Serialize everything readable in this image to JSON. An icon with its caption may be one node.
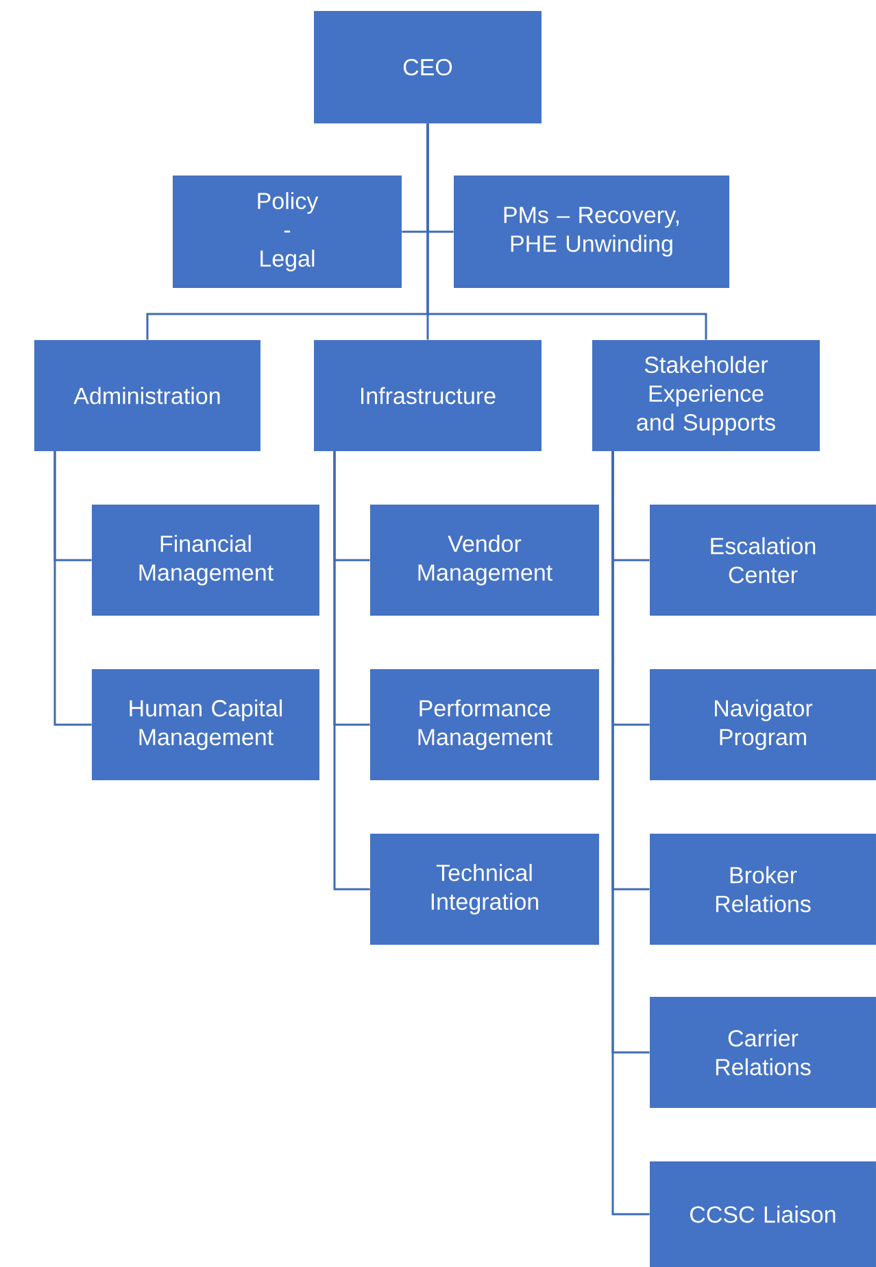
{
  "diagram": {
    "nodes": [
      {
        "text": [
          "CEO"
        ]
      },
      {
        "text": [
          "Policy - Legal"
        ]
      },
      {
        "text": [
          "PMs – Recovery, PHE Unwinding"
        ]
      },
      {
        "text": [
          "Administration"
        ]
      },
      {
        "text": [
          "Infrastructure"
        ]
      },
      {
        "text": [
          "Stakeholder Experience and Supports"
        ]
      },
      {
        "text": [
          "Financial Management"
        ]
      },
      {
        "text": [
          "Human Capital Management"
        ]
      },
      {
        "text": [
          "Vendor Management"
        ]
      },
      {
        "text": [
          "Performance Management"
        ]
      },
      {
        "text": [
          "Technical Integration"
        ]
      },
      {
        "text": [
          "Escalation Center"
        ]
      },
      {
        "text": [
          "Navigator Program"
        ]
      },
      {
        "text": [
          "Broker Relations"
        ]
      },
      {
        "text": [
          "Carrier Relations"
        ]
      },
      {
        "text": [
          "CCSC Liaison"
        ]
      }
    ],
    "edges": [
      {
        "from": 0,
        "to": 1,
        "arrow": "none"
      },
      {
        "from": 0,
        "to": 2,
        "arrow": "none"
      },
      {
        "from": 0,
        "to": 3,
        "arrow": "none"
      },
      {
        "from": 0,
        "to": 4,
        "arrow": "none"
      },
      {
        "from": 0,
        "to": 5,
        "arrow": "none"
      },
      {
        "from": 3,
        "to": 6,
        "arrow": "none"
      },
      {
        "from": 3,
        "to": 7,
        "arrow": "none"
      },
      {
        "from": 4,
        "to": 8,
        "arrow": "none"
      },
      {
        "from": 4,
        "to": 9,
        "arrow": "none"
      },
      {
        "from": 4,
        "to": 10,
        "arrow": "none"
      },
      {
        "from": 5,
        "to": 11,
        "arrow": "none"
      },
      {
        "from": 5,
        "to": 12,
        "arrow": "none"
      },
      {
        "from": 5,
        "to": 13,
        "arrow": "none"
      },
      {
        "from": 5,
        "to": 14,
        "arrow": "none"
      },
      {
        "from": 5,
        "to": 15,
        "arrow": "none"
      }
    ]
  }
}
